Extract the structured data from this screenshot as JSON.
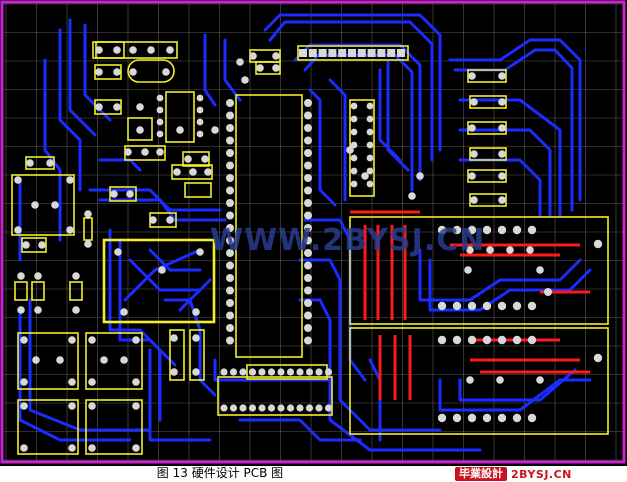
{
  "board": {
    "background": "#000000",
    "border_color": "#cc22cc",
    "grid_color": "#5a5a5a",
    "trace_blue": "#1a2cff",
    "trace_red": "#ff1a1a",
    "silkscreen": "#f2ee28",
    "pad_color": "#d8d8d8"
  },
  "watermark": {
    "text": "WWW.2BYSJ.CN",
    "color": "#2a3d8f"
  },
  "caption": {
    "text": "图 13  硬件设计 PCB 图"
  },
  "logo": {
    "badge": "毕業設計",
    "url": "2BYSJ.CN"
  }
}
